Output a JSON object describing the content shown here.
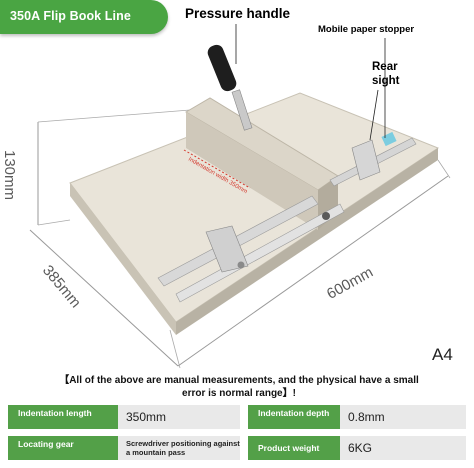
{
  "banner": {
    "title": "350A Flip Book Line"
  },
  "callouts": {
    "pressure_handle": "Pressure handle",
    "mobile_paper_stopper": "Mobile paper stopper",
    "rear_sight_line1": "Rear",
    "rear_sight_line2": "sight"
  },
  "dimensions": {
    "height": "130mm",
    "depth": "385mm",
    "width": "600mm",
    "format": "A4"
  },
  "ruler_text": "Indentation width 350mm",
  "note": {
    "line1": "【All of the above are manual measurements, and the physical have a small",
    "line2": "error is normal range】!"
  },
  "specs": [
    {
      "label": "Indentation length",
      "value": "350mm"
    },
    {
      "label": "Indentation depth",
      "value": "0.8mm"
    },
    {
      "label": "Locating gear",
      "value": "Screwdriver positioning against a mountain pass"
    },
    {
      "label": "Product weight",
      "value": "6KG"
    }
  ],
  "colors": {
    "accent_green": "#4aa543",
    "spec_bg": "#e9e9e9",
    "machine_body": "#e6e1d6"
  }
}
